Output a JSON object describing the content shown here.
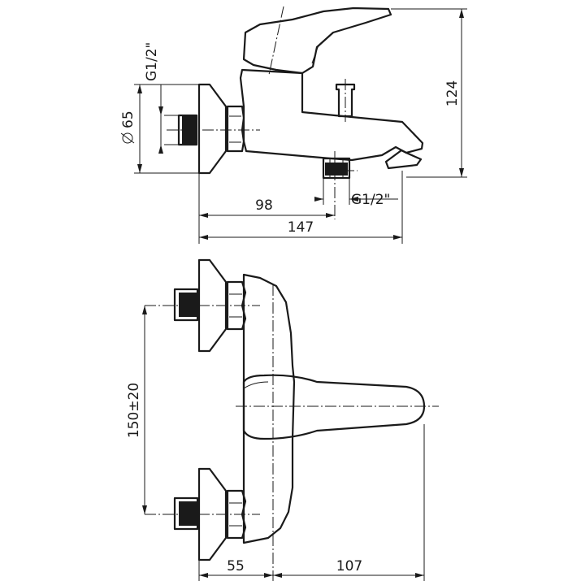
{
  "dimensions": {
    "side_view": {
      "inlet_thread": "G1/2\"",
      "flange_diameter": "65",
      "height": "124",
      "spout_offset": "98",
      "overall_length": "147",
      "outlet_thread": "G1/2\""
    },
    "front_view": {
      "inlet_spacing": "150±20",
      "wall_to_axis": "55",
      "lever_length": "107"
    }
  },
  "colors": {
    "line": "#1a1a1a",
    "background": "#ffffff"
  }
}
